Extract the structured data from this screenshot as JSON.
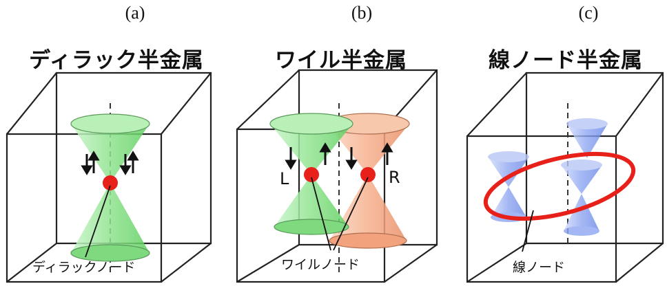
{
  "panels": [
    {
      "label": "(a)",
      "title": "ディラック半金属",
      "node_label": "ディラックノード"
    },
    {
      "label": "(b)",
      "title": "ワイル半金属",
      "node_label": "ワイルノード",
      "left_chirality": "L",
      "right_chirality": "R"
    },
    {
      "label": "(c)",
      "title": "線ノード半金属",
      "node_label": "線ノード"
    }
  ],
  "colors": {
    "dirac_cone": "#8fe38f",
    "weyl_left_cone": "#8fe38f",
    "weyl_right_cone": "#f6b08e",
    "line_node_cone": "#8ea6f2",
    "node": "#e8201a",
    "cube_edge": "#222222"
  }
}
